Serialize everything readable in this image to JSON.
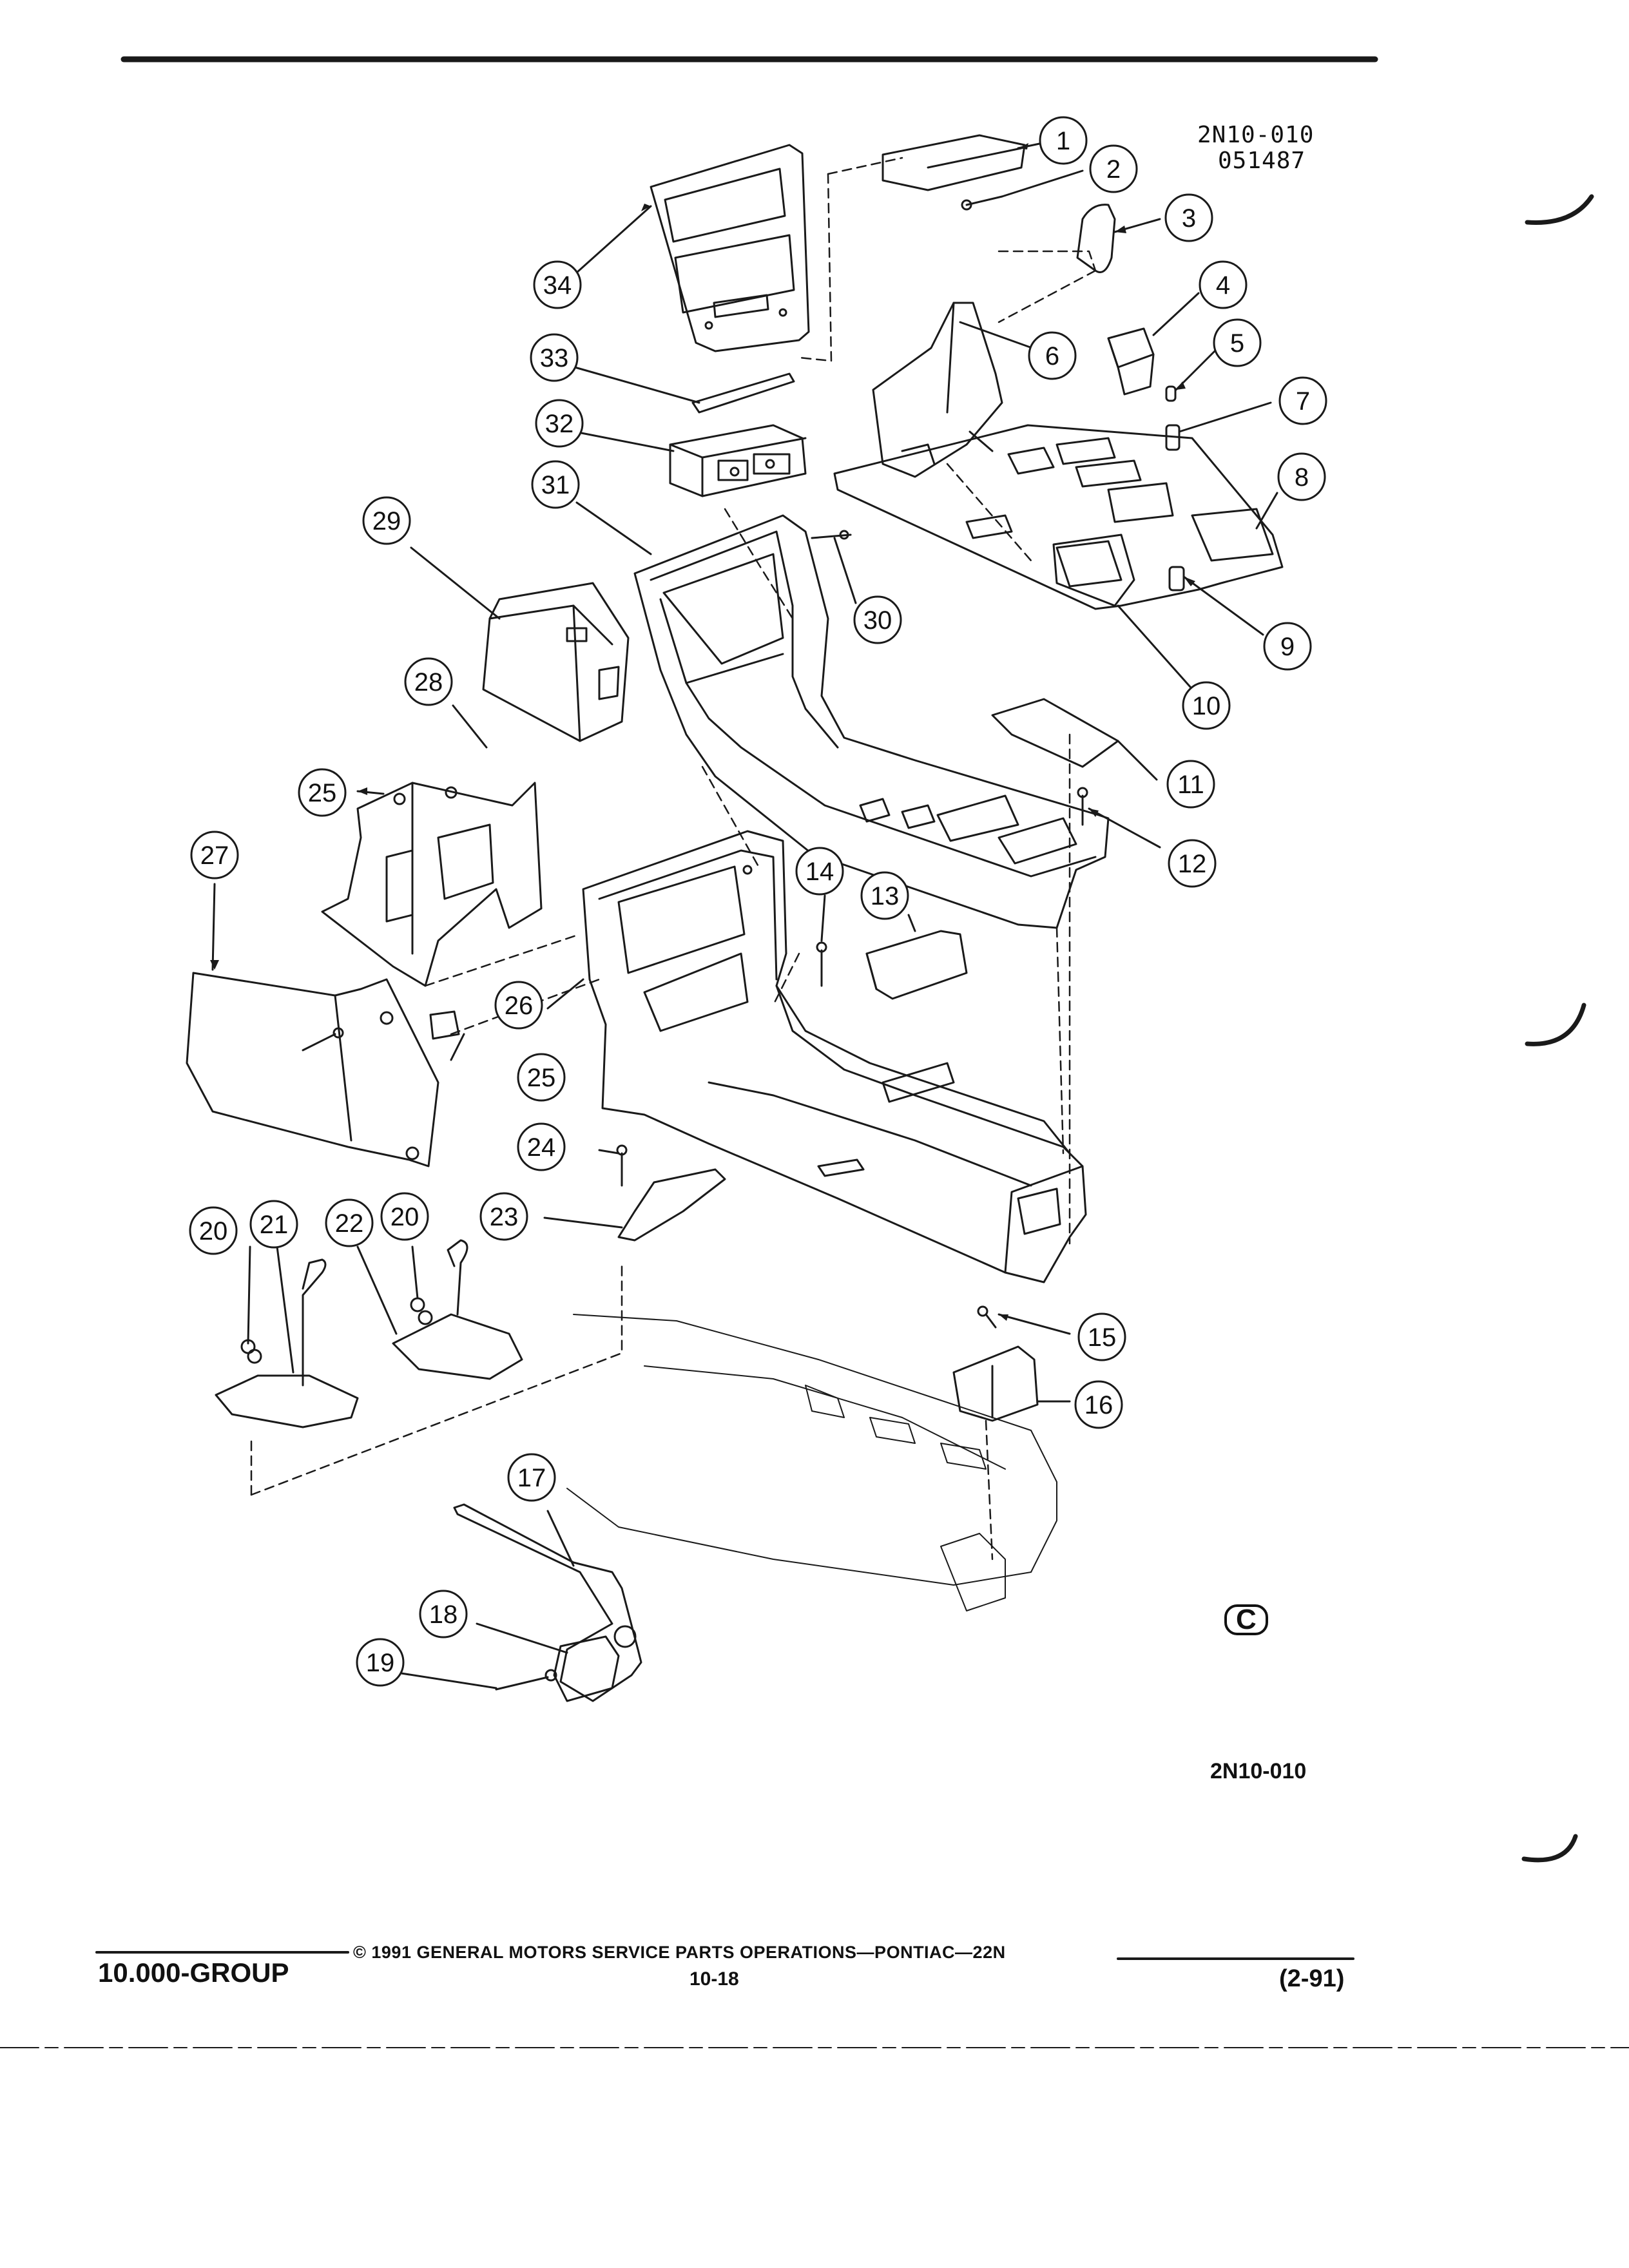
{
  "header": {
    "drawing_code": "2N10-010",
    "drawing_date_code": "051487"
  },
  "figure": {
    "id_label": "2N10-010",
    "callouts": [
      "1",
      "2",
      "3",
      "4",
      "5",
      "6",
      "7",
      "8",
      "9",
      "10",
      "11",
      "12",
      "13",
      "14",
      "15",
      "16",
      "17",
      "18",
      "19",
      "20",
      "20",
      "21",
      "22",
      "23",
      "24",
      "25",
      "25",
      "26",
      "27",
      "28",
      "29",
      "30",
      "31",
      "32",
      "33",
      "34"
    ]
  },
  "logo": {
    "text": "C"
  },
  "footer": {
    "group": "10.000-GROUP",
    "copyright": "© 1991 GENERAL MOTORS SERVICE PARTS OPERATIONS—PONTIAC—22N",
    "page": "10-18",
    "date": "(2-91)"
  }
}
